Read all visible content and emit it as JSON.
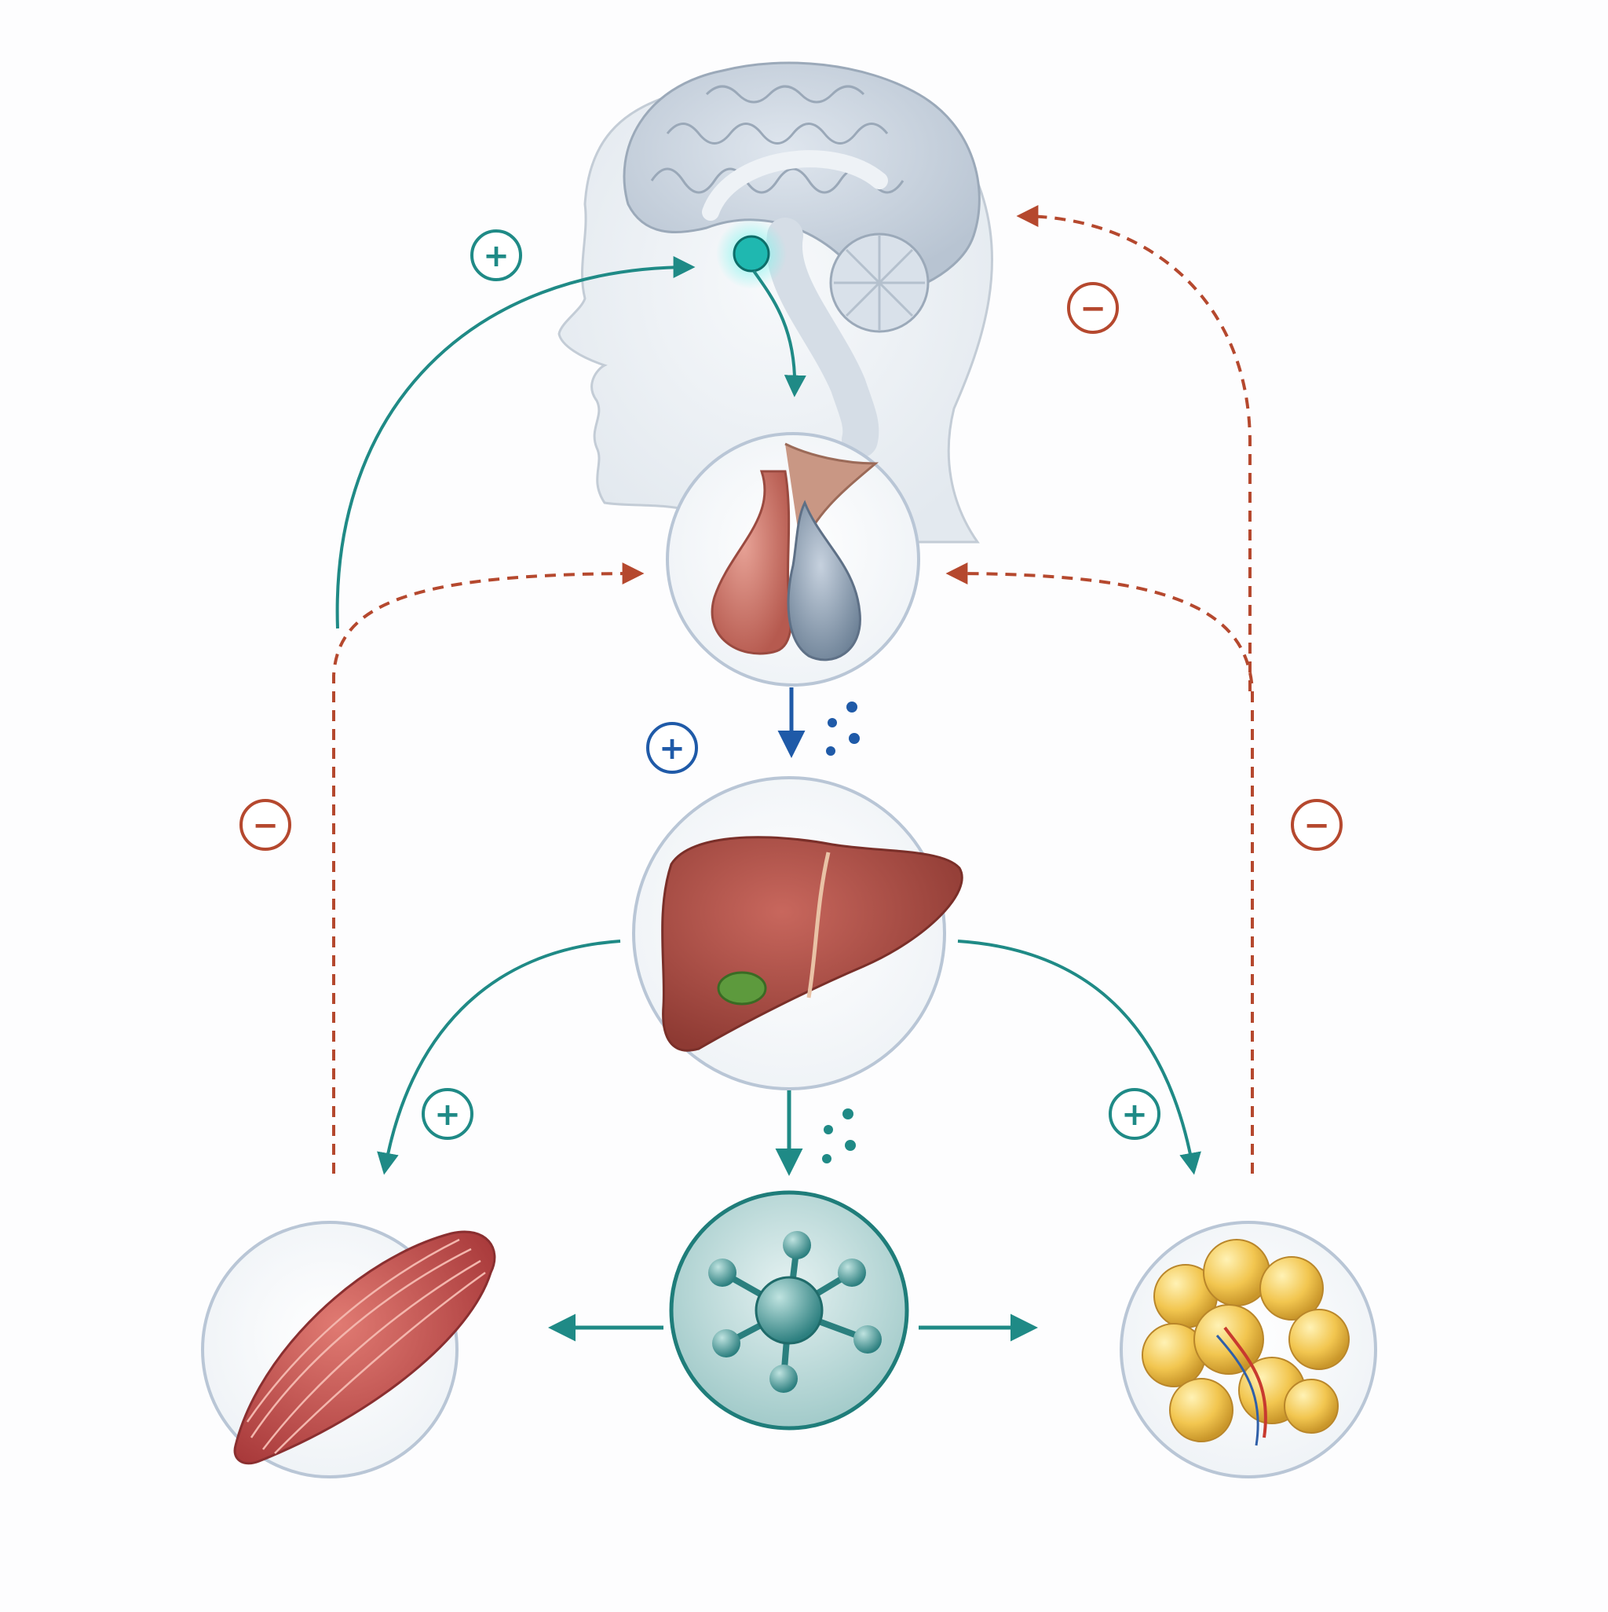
{
  "diagram": {
    "nodes": [
      {
        "id": "head-brain",
        "icon": "brain-head-icon"
      },
      {
        "id": "pituitary",
        "icon": "pituitary-gland-icon"
      },
      {
        "id": "liver",
        "icon": "liver-icon"
      },
      {
        "id": "molecule",
        "icon": "molecule-icon"
      },
      {
        "id": "muscle",
        "icon": "muscle-icon"
      },
      {
        "id": "fat",
        "icon": "fat-tissue-icon"
      }
    ],
    "signs": {
      "plus": "+",
      "minus": "−"
    },
    "colors": {
      "stimulatory": "#1f8a86",
      "inhibitory": "#b5482e",
      "hormone_release": "#1f5aa8",
      "node_border": "#b9c6d6",
      "node_fill": "#f1f5f9",
      "background": "#fdfdfe"
    }
  }
}
